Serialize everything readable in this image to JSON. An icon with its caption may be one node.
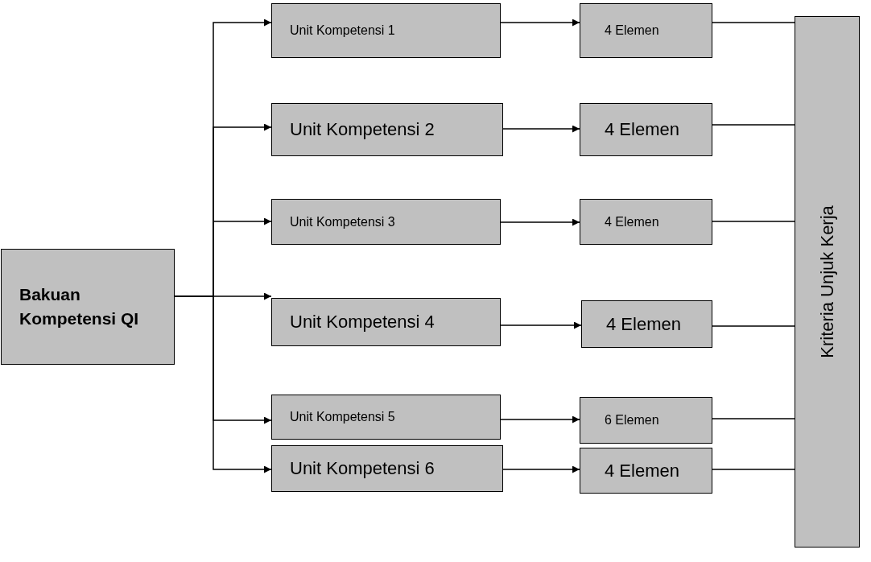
{
  "diagram": {
    "nodes": [
      {
        "text": [
          "Bakuan Kompetensi QI"
        ]
      },
      {
        "text": [
          "Unit Kompetensi 1"
        ]
      },
      {
        "text": [
          "4 Elemen"
        ]
      },
      {
        "text": [
          "Unit Kompetensi 2"
        ]
      },
      {
        "text": [
          "4 Elemen"
        ]
      },
      {
        "text": [
          "Unit Kompetensi 3"
        ]
      },
      {
        "text": [
          "4 Elemen"
        ]
      },
      {
        "text": [
          "Unit Kompetensi 4"
        ]
      },
      {
        "text": [
          "4 Elemen"
        ]
      },
      {
        "text": [
          "Unit Kompetensi 5"
        ]
      },
      {
        "text": [
          "6 Elemen"
        ]
      },
      {
        "text": [
          "Unit Kompetensi 6"
        ]
      },
      {
        "text": [
          "4 Elemen"
        ]
      },
      {
        "text": [
          "Kriteria Unjuk Kerja"
        ]
      }
    ],
    "edges": [
      {
        "from": 0,
        "to": 1,
        "arrow": "to"
      },
      {
        "from": 0,
        "to": 3,
        "arrow": "to"
      },
      {
        "from": 0,
        "to": 5,
        "arrow": "to"
      },
      {
        "from": 0,
        "to": 7,
        "arrow": "to"
      },
      {
        "from": 0,
        "to": 9,
        "arrow": "to"
      },
      {
        "from": 0,
        "to": 11,
        "arrow": "to"
      },
      {
        "from": 1,
        "to": 2,
        "arrow": "to"
      },
      {
        "from": 3,
        "to": 4,
        "arrow": "to"
      },
      {
        "from": 5,
        "to": 6,
        "arrow": "to"
      },
      {
        "from": 7,
        "to": 8,
        "arrow": "to"
      },
      {
        "from": 9,
        "to": 10,
        "arrow": "to"
      },
      {
        "from": 11,
        "to": 12,
        "arrow": "to"
      },
      {
        "from": 2,
        "to": 13,
        "arrow": "none"
      },
      {
        "from": 4,
        "to": 13,
        "arrow": "none"
      },
      {
        "from": 6,
        "to": 13,
        "arrow": "none"
      },
      {
        "from": 8,
        "to": 13,
        "arrow": "none"
      },
      {
        "from": 10,
        "to": 13,
        "arrow": "none"
      },
      {
        "from": 12,
        "to": 13,
        "arrow": "none"
      }
    ]
  }
}
